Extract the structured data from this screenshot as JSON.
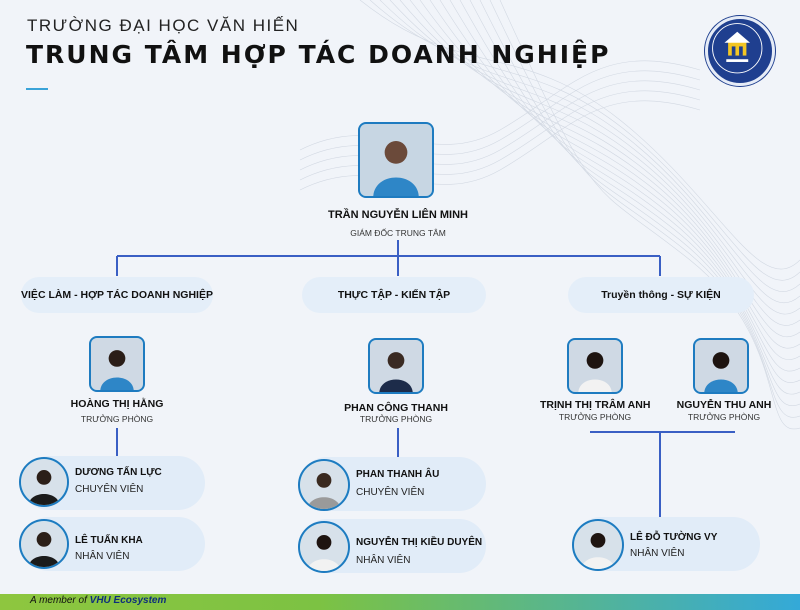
{
  "header": {
    "university": "TRƯỜNG ĐẠI HỌC VĂN HIẾN",
    "title": "TRUNG TÂM HỢP TÁC DOANH NGHIỆP",
    "logo_icon": "vhu-logo-icon"
  },
  "director": {
    "name": "TRẦN NGUYỄN LIÊN MINH",
    "role": "GIÁM ĐỐC TRUNG TÂM"
  },
  "departments": [
    {
      "label": "VIỆC LÀM - HỢP TÁC DOANH NGHIỆP"
    },
    {
      "label": "THỰC TẬP - KIẾN TẬP"
    },
    {
      "label": "Truyền thông - SỰ KIỆN"
    }
  ],
  "heads": [
    {
      "name": "HOÀNG THỊ HẰNG",
      "role": "TRƯỞNG PHÒNG"
    },
    {
      "name": "PHAN CÔNG THANH",
      "role": "TRƯỞNG PHÒNG"
    },
    {
      "name": "TRỊNH THỊ TRÂM ANH",
      "role": "TRƯỞNG PHÒNG"
    },
    {
      "name": "NGUYỄN THU ANH",
      "role": "TRƯỞNG PHÒNG"
    }
  ],
  "staff": [
    {
      "name": "DƯƠNG TẤN LỰC",
      "role": "CHUYÊN VIÊN"
    },
    {
      "name": "LÊ TUẤN KHA",
      "role": "NHÂN VIÊN"
    },
    {
      "name": "PHAN THANH ÂU",
      "role": "CHUYÊN VIÊN"
    },
    {
      "name": "NGUYỄN THỊ KIỀU DUYÊN",
      "role": "NHÂN VIÊN"
    },
    {
      "name": "LÊ ĐỖ TƯỜNG VY",
      "role": "NHÂN VIÊN"
    }
  ],
  "footer": {
    "prefix": "A member of",
    "brand": "VHU Ecosystem"
  },
  "colors": {
    "accent": "#2fb3ea",
    "line": "#3a5fc4",
    "card": "#e1ecf8",
    "pill": "#e4eef9"
  }
}
